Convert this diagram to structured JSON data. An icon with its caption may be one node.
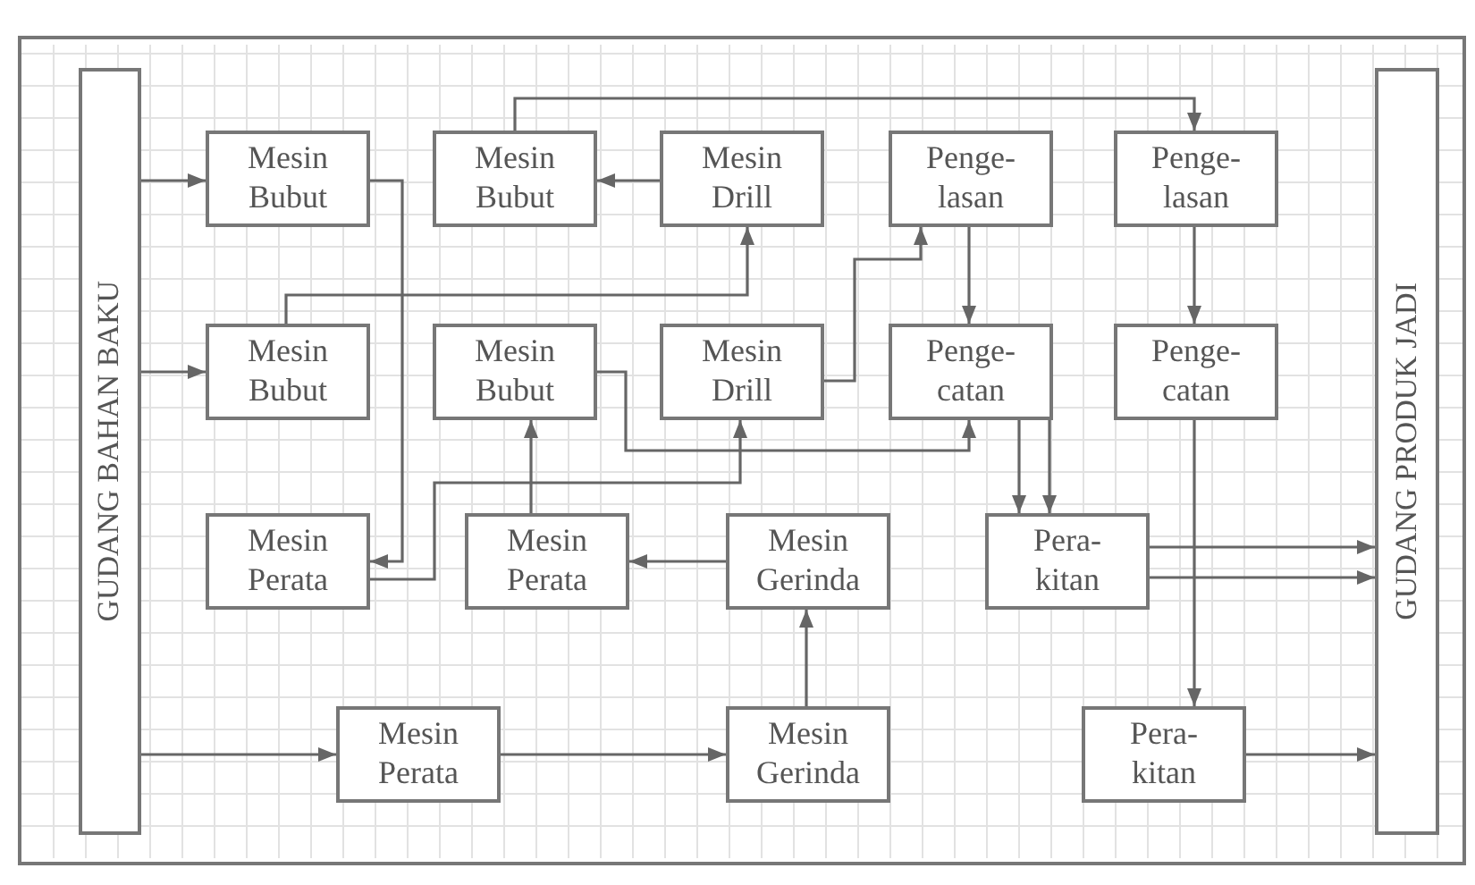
{
  "diagram": {
    "nodes": [
      {
        "text": [
          "GUDANG BAHAN BAKU"
        ]
      },
      {
        "text": [
          "Mesin Bubut"
        ]
      },
      {
        "text": [
          "Mesin Bubut"
        ]
      },
      {
        "text": [
          "Mesin Drill"
        ]
      },
      {
        "text": [
          "Penge- lasan"
        ]
      },
      {
        "text": [
          "Penge- lasan"
        ]
      },
      {
        "text": [
          "Mesin Bubut"
        ]
      },
      {
        "text": [
          "Mesin Bubut"
        ]
      },
      {
        "text": [
          "Mesin Drill"
        ]
      },
      {
        "text": [
          "Penge- catan"
        ]
      },
      {
        "text": [
          "Penge- catan"
        ]
      },
      {
        "text": [
          "Mesin Perata"
        ]
      },
      {
        "text": [
          "Mesin Perata"
        ]
      },
      {
        "text": [
          "Mesin Gerinda"
        ]
      },
      {
        "text": [
          "Pera- kitan"
        ]
      },
      {
        "text": [
          "Mesin Perata"
        ]
      },
      {
        "text": [
          "Mesin Gerinda"
        ]
      },
      {
        "text": [
          "Pera- kitan"
        ]
      },
      {
        "text": [
          "GUDANG PRODUK JADI"
        ]
      }
    ],
    "edges": [
      {
        "from": 0,
        "to": 1,
        "arrow": "to"
      },
      {
        "from": 0,
        "to": 6,
        "arrow": "to"
      },
      {
        "from": 0,
        "to": 15,
        "arrow": "to"
      },
      {
        "from": 1,
        "to": 11,
        "arrow": "to"
      },
      {
        "from": 3,
        "to": 2,
        "arrow": "to"
      },
      {
        "from": 2,
        "to": 5,
        "arrow": "to"
      },
      {
        "from": 6,
        "to": 3,
        "arrow": "to"
      },
      {
        "from": 8,
        "to": 4,
        "arrow": "to"
      },
      {
        "from": 4,
        "to": 9,
        "arrow": "to"
      },
      {
        "from": 5,
        "to": 10,
        "arrow": "to"
      },
      {
        "from": 7,
        "to": 9,
        "arrow": "to"
      },
      {
        "from": 11,
        "to": 8,
        "arrow": "to"
      },
      {
        "from": 12,
        "to": 7,
        "arrow": "to"
      },
      {
        "from": 13,
        "to": 12,
        "arrow": "to"
      },
      {
        "from": 16,
        "to": 13,
        "arrow": "to"
      },
      {
        "from": 15,
        "to": 16,
        "arrow": "to"
      },
      {
        "from": 9,
        "to": 14,
        "arrow": "to"
      },
      {
        "from": 9,
        "to": 14,
        "arrow": "to"
      },
      {
        "from": 10,
        "to": 17,
        "arrow": "to"
      },
      {
        "from": 14,
        "to": 18,
        "arrow": "to"
      },
      {
        "from": 14,
        "to": 18,
        "arrow": "to"
      },
      {
        "from": 17,
        "to": 18,
        "arrow": "to"
      }
    ]
  }
}
